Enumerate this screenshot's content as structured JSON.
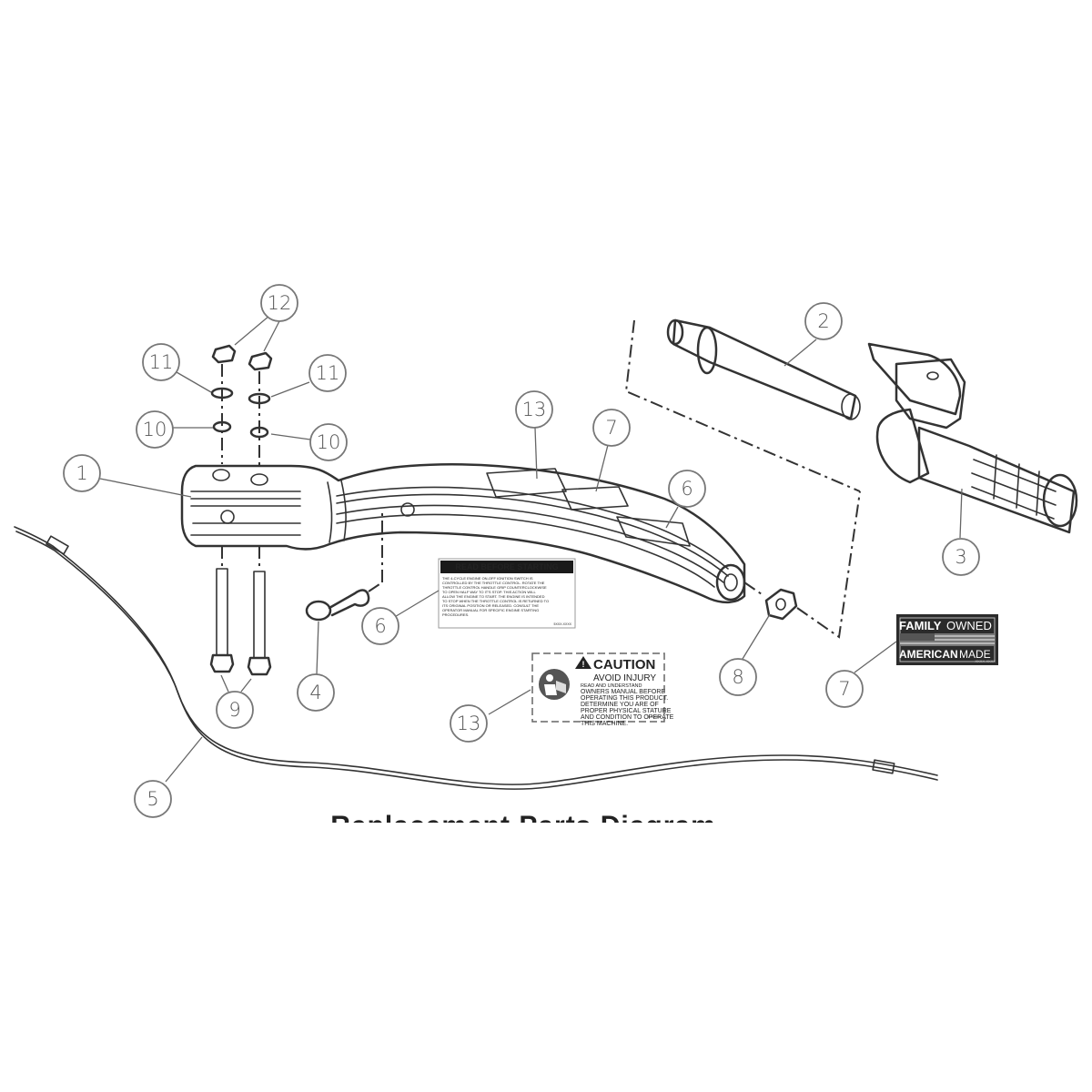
{
  "callouts": {
    "c1": "1",
    "c2": "2",
    "c3": "3",
    "c4": "4",
    "c5": "5",
    "c6a": "6",
    "c6b": "6",
    "c7a": "7",
    "c7b": "7",
    "c8": "8",
    "c9": "9",
    "c10a": "10",
    "c10b": "10",
    "c11a": "11",
    "c11b": "11",
    "c12": "12",
    "c13a": "13",
    "c13b": "13"
  },
  "read_label": {
    "title": "READ BEFORE STARTING",
    "lines": [
      "THE 4-CYCLE ENGINE ON-OFF IGNITION SWITCH IS",
      "CONTROLLED BY THE THROTTLE CONTROL. ROTATE THE",
      "THROTTLE CONTROL HANDLE GRIP COUNTERCLOCKWISE",
      "TO OPEN HALF WAY TO IT'S STOP. THIS ACTION WILL",
      "ALLOW THE ENGINE TO START. THE ENGINE IS INTENDED",
      "TO STOP WHEN THE THROTTLE CONTROL IS RETURNED TO",
      "ITS ORIGINAL POSITION OR RELEASED. CONSULT THE",
      "OPERATOR MANUAL FOR SPECIFIC ENGINE STARTING",
      "PROCEDURES."
    ],
    "code": "5XXX-XXXX"
  },
  "caution_label": {
    "title": "CAUTION",
    "subtitle": "AVOID INJURY",
    "lines": [
      "READ AND UNDERSTAND",
      "OWNERS MANUAL BEFORE",
      "OPERATING THIS PRODUCT.",
      "DETERMINE YOU ARE OF",
      "PROPER PHYSICAL STATURE",
      "AND CONDITION TO OPERATE",
      "THIS MACHINE."
    ],
    "code": "B-XXXX"
  },
  "badge": {
    "line1_bold": "FAMILY",
    "line1_light": "OWNED",
    "line2_bold": "AMERICAN",
    "line2_light": "MADE",
    "code": "XXXX-XXXX"
  },
  "footer_title": "Replacement Parts Diagram",
  "colors": {
    "ink": "#333333",
    "callout_stroke": "#777777",
    "callout_text": "#555555",
    "badge_bg": "#2b2b2b"
  }
}
